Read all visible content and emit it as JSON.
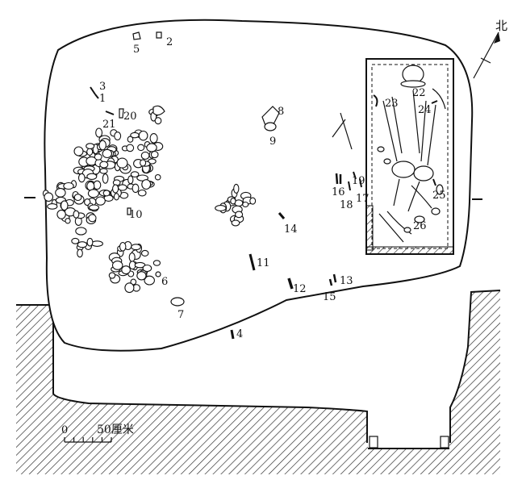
{
  "north_label": "北",
  "scale": {
    "zero": "0",
    "end": "50厘米"
  },
  "artifact_labels": [
    "1",
    "2",
    "3",
    "4",
    "5",
    "6",
    "7",
    "8",
    "9",
    "10",
    "11",
    "12",
    "13",
    "14",
    "15",
    "16",
    "17",
    "18",
    "19",
    "20",
    "21",
    "22",
    "23",
    "24",
    "25",
    "26"
  ]
}
